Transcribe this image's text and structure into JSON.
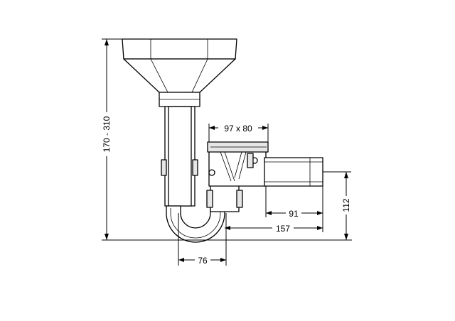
{
  "dimensions": {
    "total_height": "170 - 310",
    "grate_size": "97 x 80",
    "outlet_height": "112",
    "outlet_length": "91",
    "trap_to_outlet": "157",
    "trap_width": "76"
  },
  "colors": {
    "line": "#000000",
    "fill": "#ffffff",
    "shade": "#e6e6e6"
  }
}
